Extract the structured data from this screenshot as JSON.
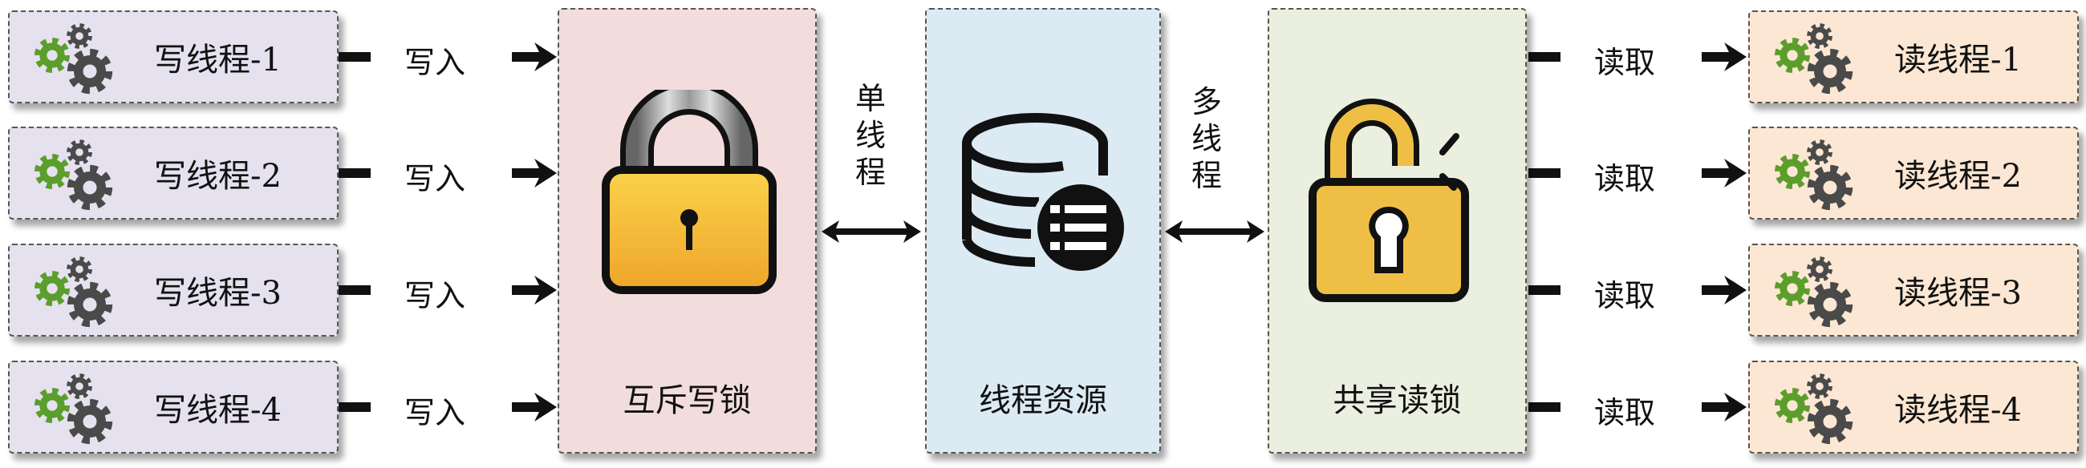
{
  "writers": {
    "threads": [
      "写线程-1",
      "写线程-2",
      "写线程-3",
      "写线程-4"
    ],
    "edge_label": "写入"
  },
  "readers": {
    "threads": [
      "读线程-1",
      "读线程-2",
      "读线程-3",
      "读线程-4"
    ],
    "edge_label": "读取"
  },
  "panels": {
    "mutex_write_lock": "互斥写锁",
    "thread_resource": "线程资源",
    "shared_read_lock": "共享读锁"
  },
  "links": {
    "single_thread": "单线程",
    "multi_thread": "多线程"
  },
  "colors": {
    "writer_bg": "#e5e1ee",
    "reader_bg": "#fbe7d3",
    "mutex_bg": "#f2dddc",
    "resource_bg": "#dceaf4",
    "readlock_bg": "#eaefdf",
    "gear_green": "#5b9e2c",
    "gear_dark": "#4a4a4a",
    "lock_gold": "#f2b733"
  },
  "icons": {
    "gears": "gears-icon",
    "closed_lock": "closed-padlock-icon",
    "open_lock": "open-padlock-icon",
    "database": "database-list-icon"
  }
}
